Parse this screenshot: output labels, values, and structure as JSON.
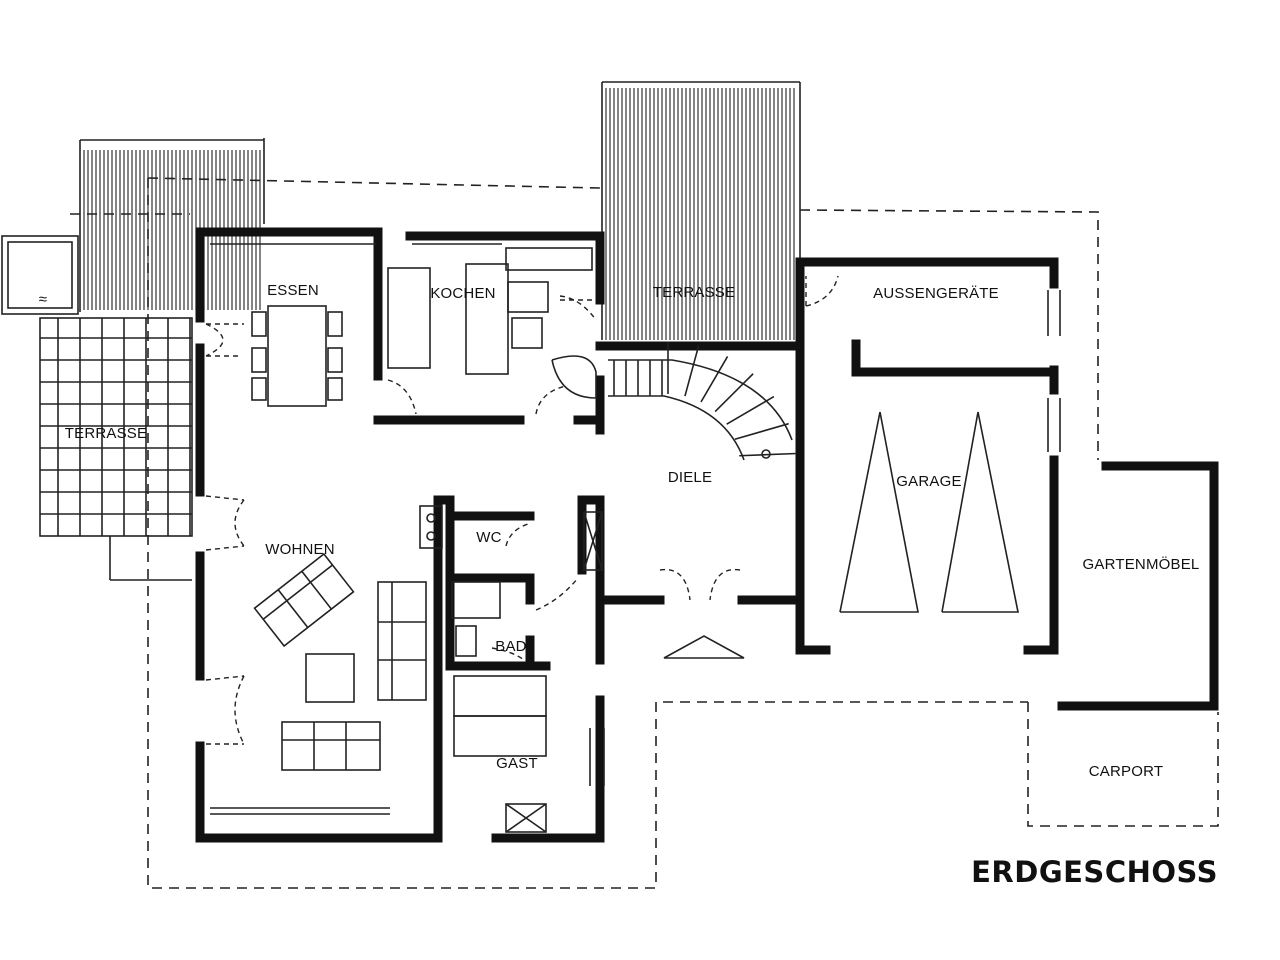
{
  "plan": {
    "title": "ERDGESCHOSS",
    "rooms": {
      "essen": "ESSEN",
      "kochen": "KOCHEN",
      "terrasse_middle": "TERRASSE",
      "aussengeraete": "AUSSENGERÄTE",
      "terrasse_left": "TERRASSE",
      "diele": "DIELE",
      "garage": "GARAGE",
      "wc": "WC",
      "wohnen": "WOHNEN",
      "gartenmoebel": "GARTENMÖBEL",
      "bad": "BAD",
      "gast": "GAST",
      "carport": "CARPORT"
    },
    "pool_symbol": "≈"
  }
}
